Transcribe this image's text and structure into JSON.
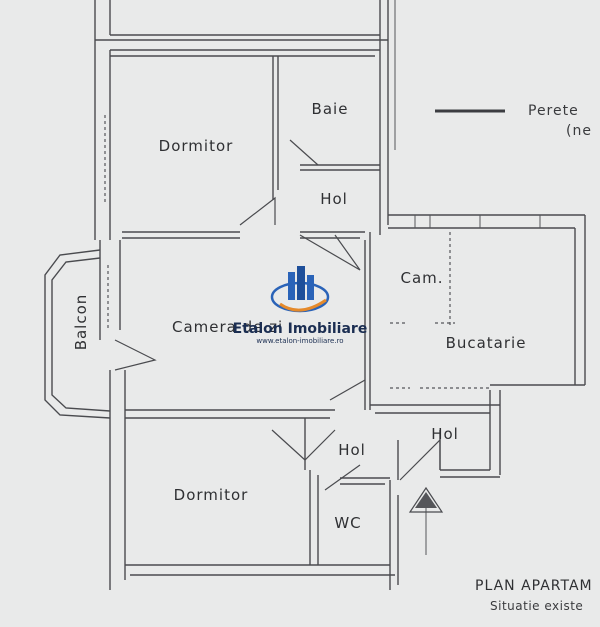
{
  "rooms": {
    "dormitor_1": "Dormitor",
    "baie": "Baie",
    "hol_1": "Hol",
    "balcon": "Balcon",
    "camera_de_zi": "Camera de zi",
    "cam": "Cam.",
    "bucatarie": "Bucatarie",
    "hol_2": "Hol",
    "hol_3": "Hol",
    "dormitor_2": "Dormitor",
    "wc": "WC"
  },
  "legend": {
    "line1": "Perete",
    "line2": "(ne"
  },
  "title": {
    "main": "PLAN APARTAM",
    "sub": "Situatie existe"
  },
  "watermark": {
    "name": "Etalon Imobiliare",
    "url": "www.etalon-imobiliare.ro"
  },
  "colors": {
    "paper": "#e9eaea",
    "ink": "#4a4b4f",
    "brand_blue": "#2a63b8",
    "brand_navy": "#1b2e52",
    "brand_orange": "#e58a2b"
  }
}
